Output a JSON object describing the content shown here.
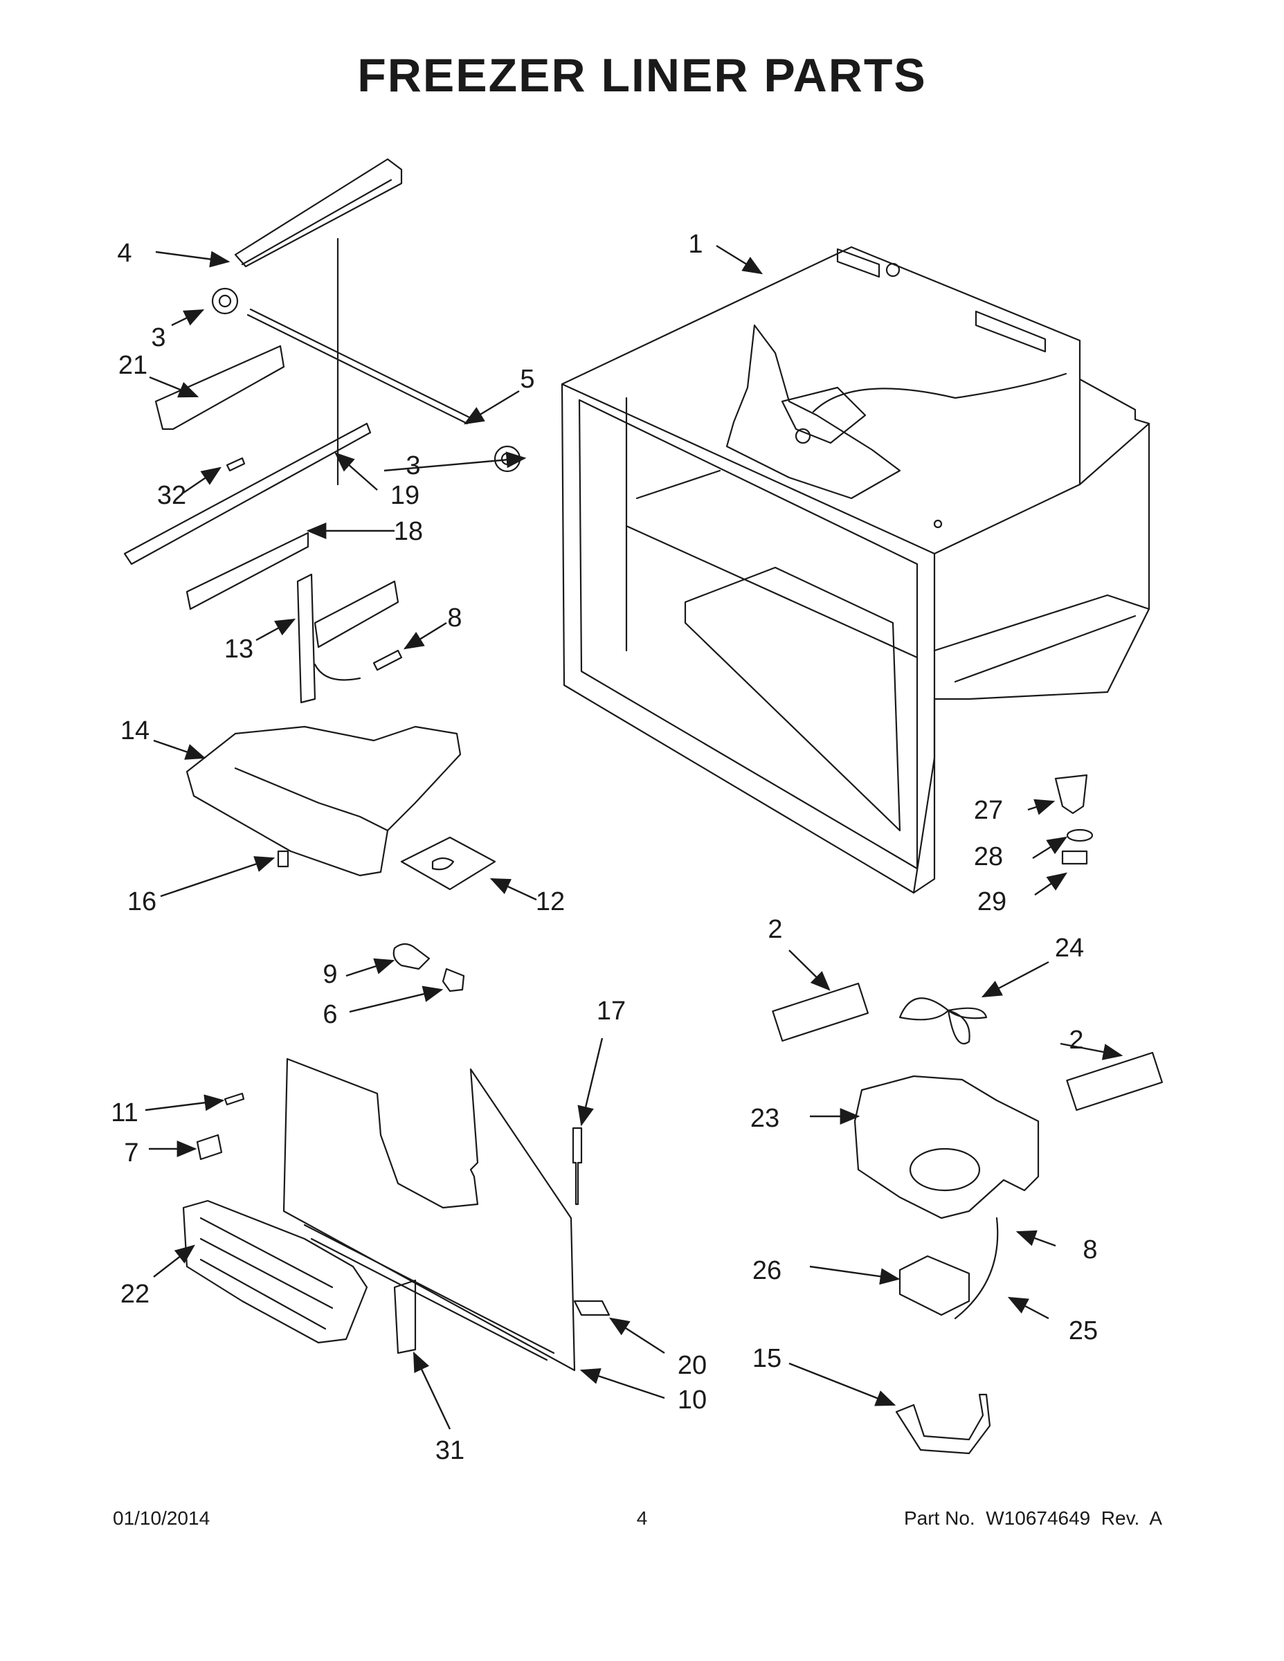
{
  "page": {
    "title": "FREEZER LINER PARTS",
    "footer": {
      "date": "01/10/2014",
      "page_number": "4",
      "part_info": "Part No.  W10674649  Rev.  A"
    }
  },
  "callouts": [
    "1",
    "2",
    "2",
    "3",
    "3",
    "4",
    "5",
    "6",
    "7",
    "8",
    "8",
    "9",
    "10",
    "11",
    "12",
    "13",
    "14",
    "15",
    "16",
    "17",
    "18",
    "19",
    "20",
    "21",
    "22",
    "23",
    "24",
    "25",
    "26",
    "27",
    "28",
    "29",
    "31",
    "32"
  ]
}
